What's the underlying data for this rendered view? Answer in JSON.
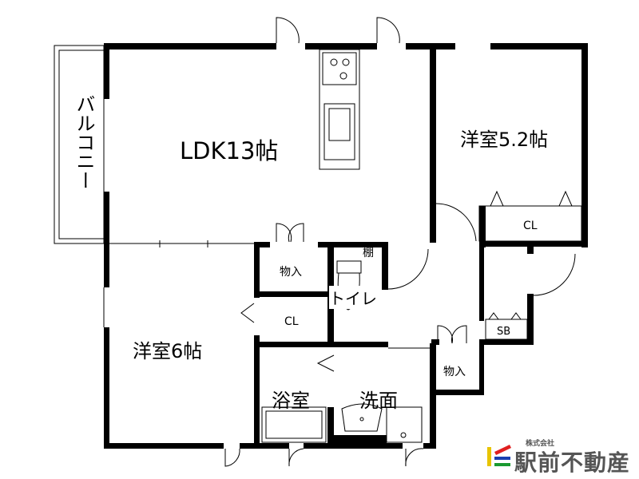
{
  "rooms": {
    "ldk": "LDK13帖",
    "western_52": "洋室5.2帖",
    "western_6": "洋室6帖",
    "balcony": "バルコニー",
    "storage_1": "物入",
    "storage_2": "物入",
    "closet_1": "CL",
    "closet_2": "CL",
    "toilet": "トイレ",
    "shelf": "棚",
    "bath": "浴室",
    "washroom": "洗面",
    "shoe_box": "SB"
  },
  "logo": {
    "company_type": "株式会社",
    "name": "駅前不動産",
    "colors": [
      "#e8c400",
      "#e02020",
      "#1a3fb0",
      "#1a9a30"
    ]
  }
}
